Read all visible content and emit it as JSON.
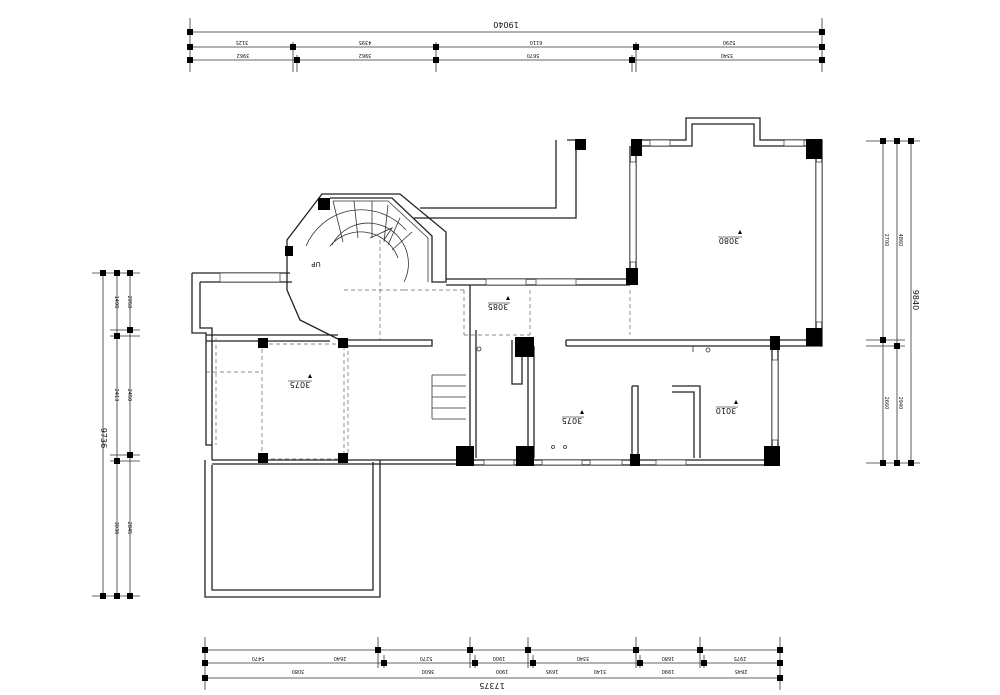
{
  "drawing": {
    "dimensions_top": {
      "overall": "19040",
      "upper_row": [
        "3125",
        "4395",
        "6110",
        "5290"
      ],
      "lower_row": [
        "3962",
        "3962",
        "5670",
        "3340"
      ]
    },
    "dimensions_bottom": {
      "overall": "17375",
      "upper_row": [
        "5470",
        "2640",
        "5270",
        "1900",
        "3340",
        "1680",
        "2975"
      ],
      "lower_row": [
        "3080",
        "3600",
        "1900",
        "1695",
        "3140",
        "1990",
        "2645"
      ]
    },
    "dimensions_left": {
      "overall": "9736",
      "segments": [
        "1490",
        "2413",
        "3030",
        "2950",
        "2450",
        "2845"
      ]
    },
    "dimensions_right": {
      "overall": "9840",
      "segments": [
        "2700",
        "4860",
        "2660",
        "2940"
      ]
    },
    "elevation_marks": [
      "3075",
      "3085",
      "3080",
      "3075",
      "3010"
    ],
    "stair_label": "UP"
  }
}
